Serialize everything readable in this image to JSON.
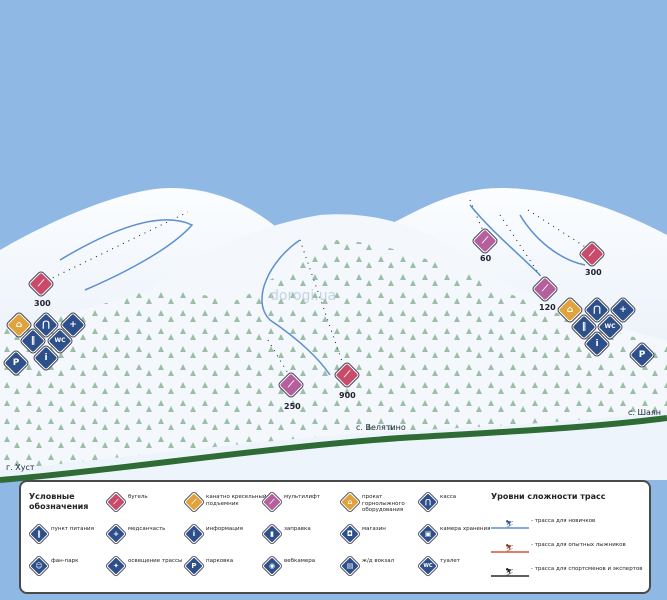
{
  "map": {
    "watermark": "dorogi.ua",
    "villages": {
      "hust": "г. Хуст",
      "velyatino": "с. Велятино",
      "shayan": "с. Шаян"
    },
    "lift_lengths": {
      "left_300": "300",
      "center_250": "250",
      "center_900": "900",
      "right_60": "60",
      "right_120": "120",
      "right_300": "300"
    },
    "colors": {
      "sky": "#8fb8e4",
      "snow": "#eef4fb",
      "forest": "#7fa98a",
      "road": "#2e6b35",
      "piste_easy": "#5a8fd0"
    }
  },
  "legend": {
    "title": "Условные обозначения",
    "items": [
      {
        "icon": "t-bar-lift-icon",
        "label": "бугель"
      },
      {
        "icon": "chairlift-icon",
        "label": "канатно кресельный подъемник"
      },
      {
        "icon": "multilift-icon",
        "label": "мультилифт"
      },
      {
        "icon": "ski-rental-icon",
        "label": "прокат горнолыжного оборудования"
      },
      {
        "icon": "ticket-office-icon",
        "label": "касса"
      },
      {
        "icon": "food-icon",
        "label": "пункт питания"
      },
      {
        "icon": "first-aid-icon",
        "label": "медсанчасть"
      },
      {
        "icon": "info-icon",
        "label": "информация"
      },
      {
        "icon": "gas-station-icon",
        "label": "заправка"
      },
      {
        "icon": "shop-icon",
        "label": "магазин"
      },
      {
        "icon": "storage-icon",
        "label": "камера хранения"
      },
      {
        "icon": "fun-park-icon",
        "label": "фан-парк"
      },
      {
        "icon": "slope-lighting-icon",
        "label": "освещение трассы"
      },
      {
        "icon": "parking-icon",
        "label": "парковка"
      },
      {
        "icon": "webcam-icon",
        "label": "вебкамера"
      },
      {
        "icon": "railway-station-icon",
        "label": "ж/д вокзал"
      },
      {
        "icon": "toilet-icon",
        "label": "туалет"
      }
    ],
    "levels_title": "Уровни сложности трасс",
    "levels": [
      {
        "label": "- трасса для новичков",
        "color": "#5a8fd0"
      },
      {
        "label": "- трасса для опытных лыжников",
        "color": "#d2553a"
      },
      {
        "label": "- трасса для спортсменов и экспертов",
        "color": "#2a2a2a"
      }
    ]
  }
}
